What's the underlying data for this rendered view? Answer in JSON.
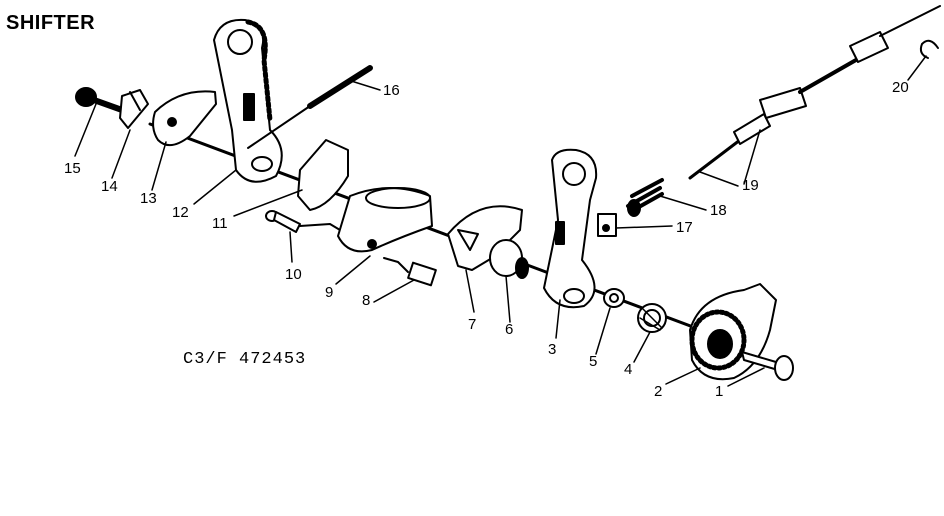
{
  "title": "SHIFTER",
  "catalog_number": "C3/F  472453",
  "part_labels": [
    "1",
    "2",
    "3",
    "4",
    "5",
    "6",
    "7",
    "8",
    "9",
    "10",
    "11",
    "12",
    "13",
    "14",
    "15",
    "16",
    "17",
    "18",
    "19",
    "20"
  ]
}
